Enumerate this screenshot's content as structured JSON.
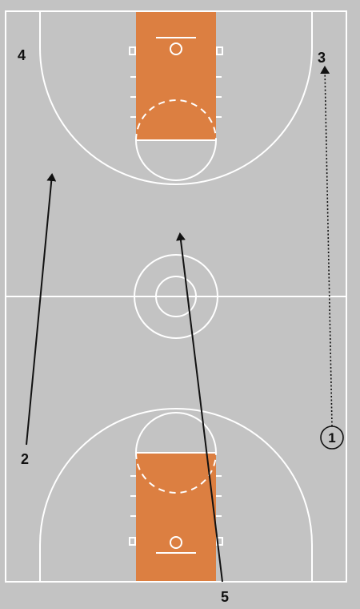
{
  "colors": {
    "background": "#c3c3c3",
    "court": "#c3c3c3",
    "paint": "#dc7f41",
    "lines": "#ffffff",
    "arrows": "#111111"
  },
  "players": {
    "p1": "1",
    "p2": "2",
    "p3": "3",
    "p4": "4",
    "p5": "5"
  },
  "movements": [
    {
      "player": "1",
      "style": "dotted"
    },
    {
      "player": "2",
      "style": "solid"
    },
    {
      "player": "5",
      "style": "solid"
    }
  ]
}
